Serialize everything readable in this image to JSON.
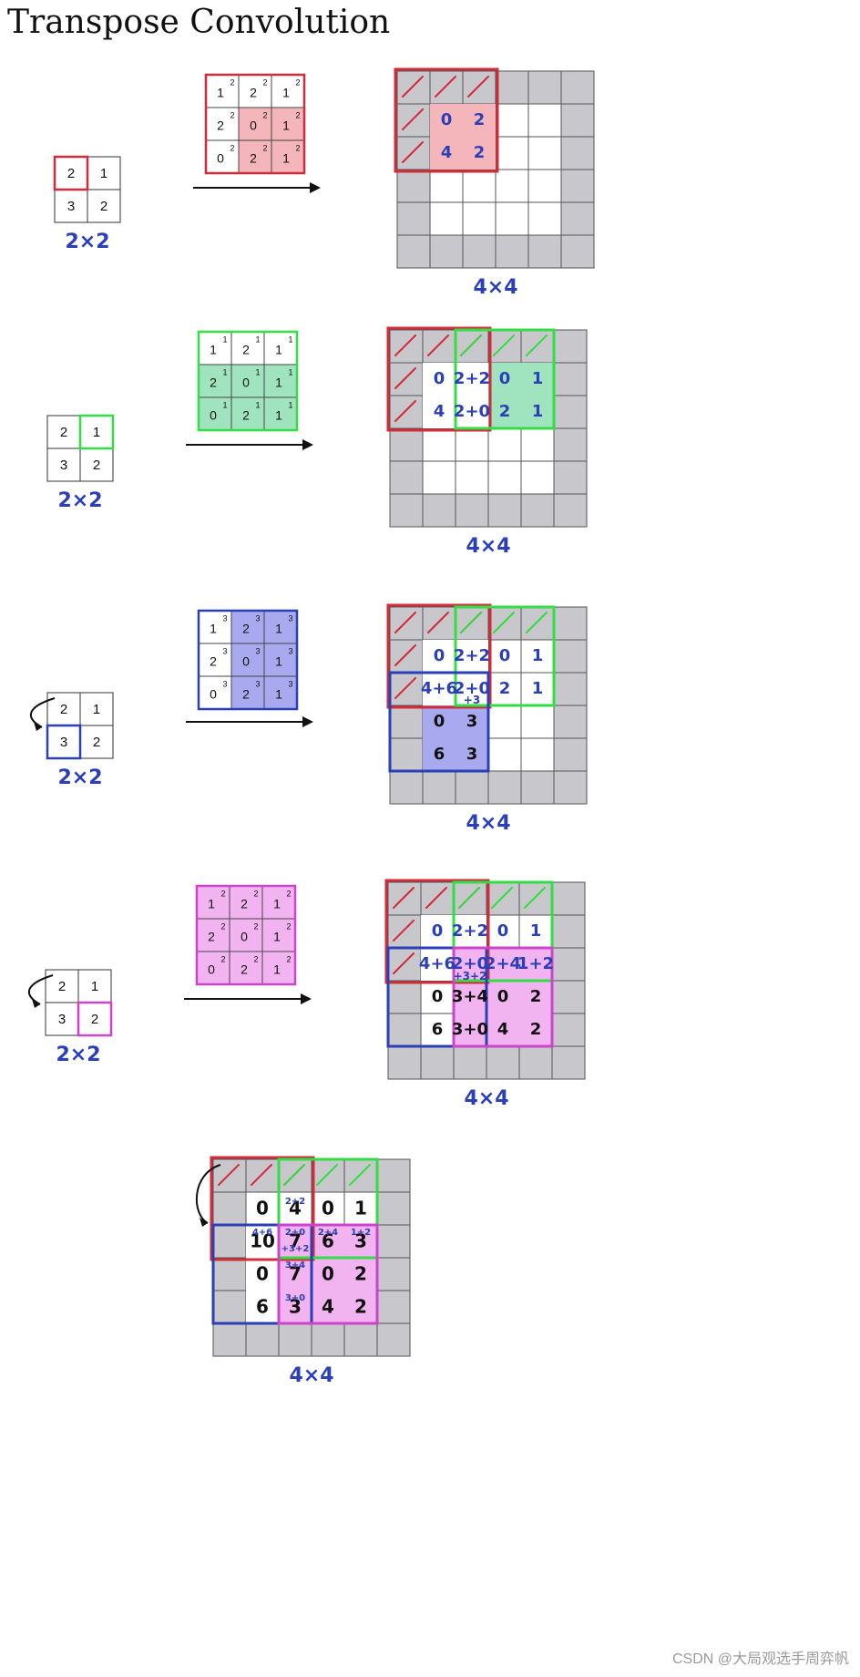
{
  "title": "Transpose Convolution",
  "watermark": "CSDN @大局观选手周弈帆",
  "colors": {
    "red": "#d22b3a",
    "red_fill": "#f4b6ba",
    "green": "#33dd44",
    "green_fill": "#9fe3bf",
    "blue": "#2a3fb8",
    "blue_fill": "#a9a9ef",
    "pink": "#cc44cc",
    "pink_fill": "#f2b4f0",
    "gray": "#c8c8cc"
  },
  "labels": {
    "input_size": "2×2",
    "output_size": "4×4"
  },
  "input_matrix": [
    "2",
    "1",
    "3",
    "2"
  ],
  "steps": [
    {
      "color": "red",
      "kernel": [
        [
          "1",
          "2",
          "1"
        ],
        [
          "2",
          "0",
          "1"
        ],
        [
          "0",
          "2",
          "1"
        ]
      ],
      "kernel_sup": "2",
      "output_notes": [
        "0",
        "2",
        "4",
        "2"
      ]
    },
    {
      "color": "green",
      "kernel": [
        [
          "1",
          "2",
          "1"
        ],
        [
          "2",
          "0",
          "1"
        ],
        [
          "0",
          "2",
          "1"
        ]
      ],
      "kernel_sup": "1",
      "output_notes": [
        "0",
        "2+2",
        "0",
        "1",
        "4",
        "2+0",
        "2",
        "1"
      ]
    },
    {
      "color": "blue",
      "kernel": [
        [
          "1",
          "2",
          "1"
        ],
        [
          "2",
          "0",
          "1"
        ],
        [
          "0",
          "2",
          "1"
        ]
      ],
      "kernel_sup": "3",
      "output_notes": [
        "0",
        "2+2",
        "0",
        "1",
        "4+6",
        "2+0",
        "+3",
        "2",
        "1",
        "0",
        "3",
        "6",
        "3"
      ]
    },
    {
      "color": "pink",
      "kernel": [
        [
          "1",
          "2",
          "1"
        ],
        [
          "2",
          "0",
          "1"
        ],
        [
          "0",
          "2",
          "1"
        ]
      ],
      "kernel_sup": "2",
      "output_notes": [
        "0",
        "2+2",
        "0",
        "1",
        "4+6",
        "2+0",
        "+3+2",
        "2+4",
        "1+2",
        "0",
        "3+4",
        "0",
        "2",
        "6",
        "3+0",
        "4",
        "2"
      ]
    }
  ],
  "final_output": [
    [
      "0",
      "4",
      "0",
      "1"
    ],
    [
      "10",
      "7",
      "6",
      "3"
    ],
    [
      "0",
      "7",
      "0",
      "2"
    ],
    [
      "6",
      "3",
      "4",
      "2"
    ]
  ],
  "final_notes": [
    "2+2",
    "4+6",
    "2+0",
    "+3+2",
    "2+4",
    "1+2",
    "3+4",
    "3+0"
  ]
}
